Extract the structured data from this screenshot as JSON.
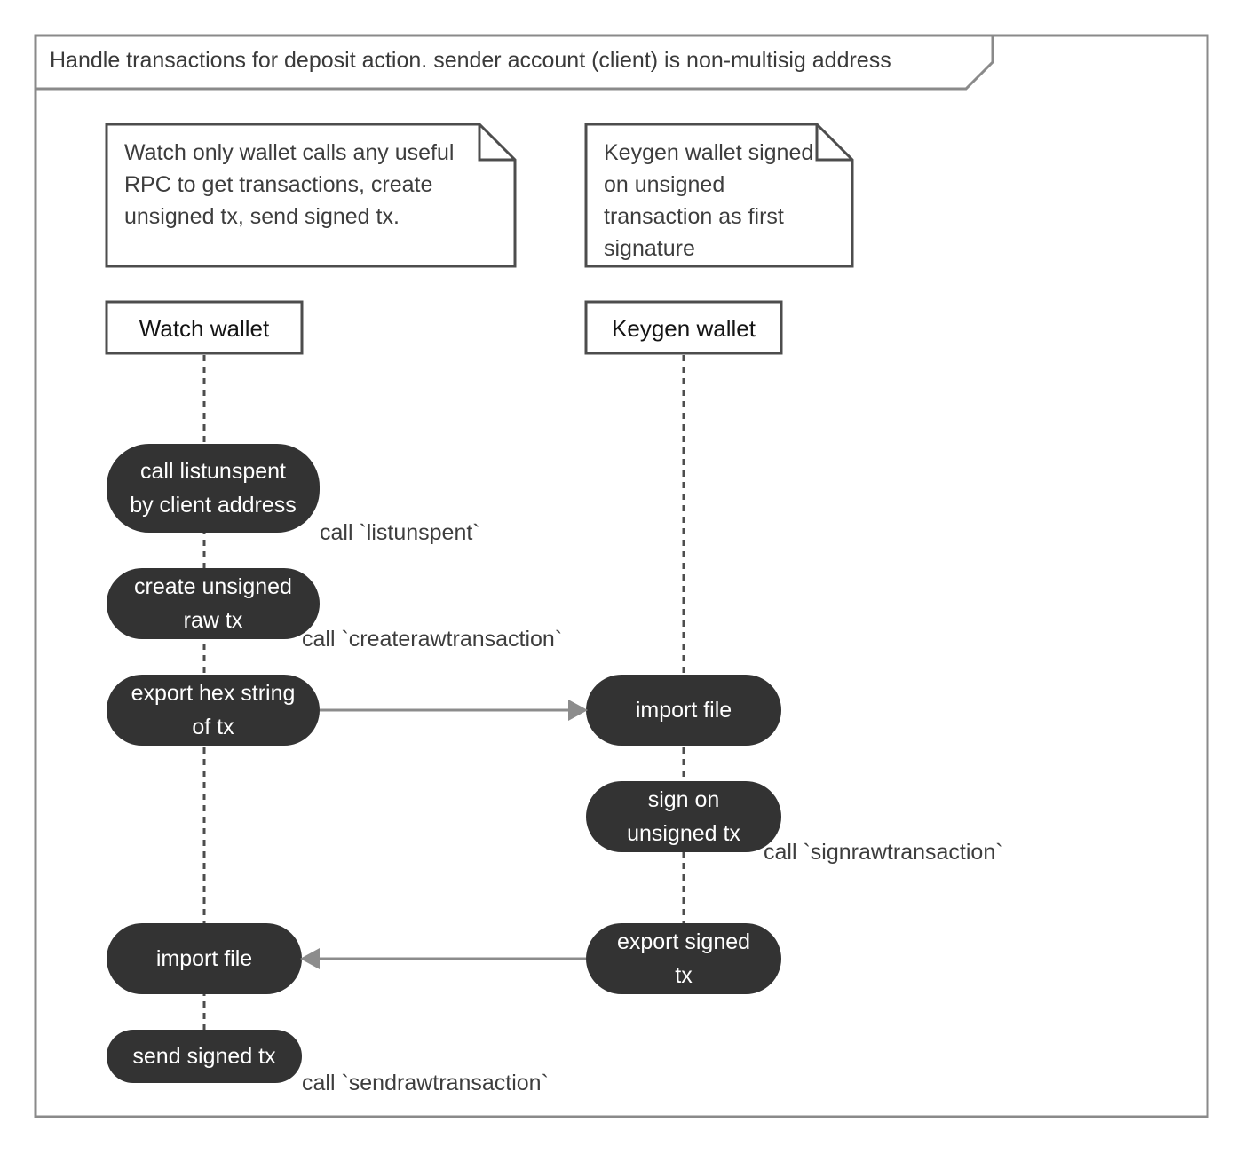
{
  "frame": {
    "title": "Handle transactions for deposit action. sender account (client) is non-multisig address"
  },
  "notes": [
    {
      "id": "watch",
      "lines": [
        "Watch only wallet calls any useful",
        "RPC to get transactions, create",
        "unsigned tx, send signed tx."
      ]
    },
    {
      "id": "keygen",
      "lines": [
        "Keygen wallet signed",
        "on unsigned",
        "transaction as first",
        "signature"
      ]
    }
  ],
  "lifelines": [
    {
      "id": "watch",
      "label": "Watch wallet"
    },
    {
      "id": "keygen",
      "label": "Keygen wallet"
    }
  ],
  "actions": [
    {
      "lifeline": "watch",
      "lines": [
        "call listunspent",
        "by client address"
      ],
      "call": "call `listunspent`"
    },
    {
      "lifeline": "watch",
      "lines": [
        "create unsigned",
        "raw tx"
      ],
      "call": "call `createrawtransaction`"
    },
    {
      "lifeline": "watch",
      "lines": [
        "export hex string",
        "of tx"
      ],
      "call": ""
    },
    {
      "lifeline": "keygen",
      "lines": [
        "import file"
      ],
      "call": ""
    },
    {
      "lifeline": "keygen",
      "lines": [
        "sign on",
        "unsigned tx"
      ],
      "call": "call `signrawtransaction`"
    },
    {
      "lifeline": "keygen",
      "lines": [
        "export signed",
        "tx"
      ],
      "call": ""
    },
    {
      "lifeline": "watch",
      "lines": [
        "import file"
      ],
      "call": ""
    },
    {
      "lifeline": "watch",
      "lines": [
        "send signed tx"
      ],
      "call": "call `sendrawtransaction`"
    }
  ],
  "messages": [
    {
      "from_action": 2,
      "to_action": 3
    },
    {
      "from_action": 5,
      "to_action": 6
    }
  ],
  "colors": {
    "frame": "#8a8a8a",
    "note_border": "#4d4d4d",
    "action_fill": "#333333",
    "lifeline": "#4d4d4d",
    "arrow": "#8c8c8c"
  }
}
